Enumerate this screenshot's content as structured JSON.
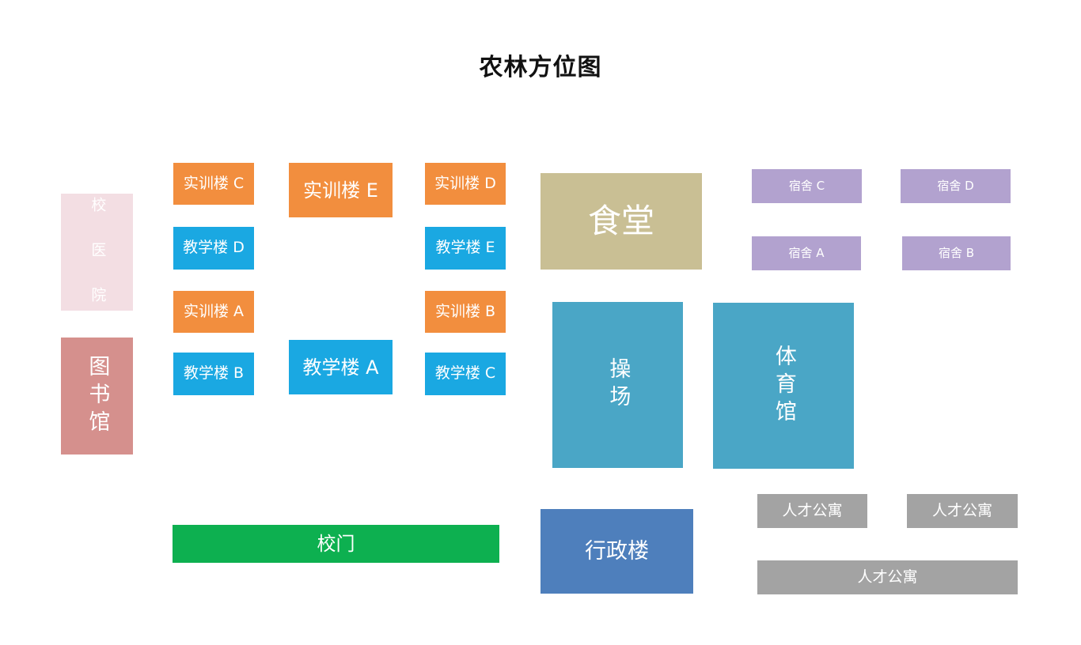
{
  "map": {
    "title": "农林方位图",
    "legend": [],
    "colors": {
      "training": "#f28e3e",
      "teaching": "#1aa8e2",
      "canteen": "#c9bf94",
      "dorm": "#b2a2cf",
      "field": "#4aa6c6",
      "gym": "#4aa6c6",
      "admin": "#4e7fbc",
      "gate": "#0db050",
      "apartment": "#a3a3a3",
      "library": "#d5908d",
      "faded": "#f3dde2"
    },
    "buildings": {
      "training_c": "实训楼 C",
      "training_e": "实训楼 E",
      "training_d": "实训楼 D",
      "teaching_d": "教学楼 D",
      "teaching_e": "教学楼 E",
      "training_a": "实训楼 A",
      "training_b": "实训楼 B",
      "teaching_b": "教学楼 B",
      "teaching_a": "教学楼 A",
      "teaching_c": "教学楼 C",
      "canteen": "食堂",
      "dorm_c": "宿舍 C",
      "dorm_d": "宿舍 D",
      "dorm_a": "宿舍 A",
      "dorm_b": "宿舍 B",
      "field": "操场",
      "gym": "体育馆",
      "admin": "行政楼",
      "gate": "校门",
      "apt_1": "人才公寓",
      "apt_2": "人才公寓",
      "apt_3": "人才公寓",
      "library": "图书馆",
      "faded": "校 医 院"
    }
  }
}
